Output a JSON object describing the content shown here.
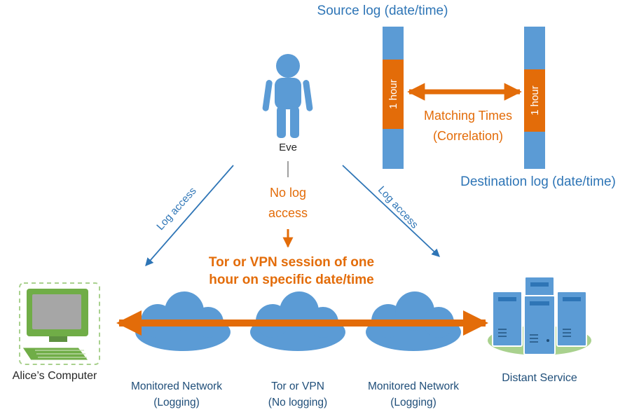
{
  "colors": {
    "shape_blue": "#5B9BD5",
    "text_blue": "#2E75B6",
    "orange": "#E36C09",
    "navy": "#1F4E79",
    "green": "#70AD47",
    "light_green": "#A9D18E",
    "dark_text": "#262626"
  },
  "timeline": {
    "source_log_label": "Source log (date/time)",
    "destination_log_label": "Destination log (date/time)",
    "source_bar_duration": "1 hour",
    "destination_bar_duration": "1 hour",
    "matching_line1": "Matching Times",
    "matching_line2": "(Correlation)"
  },
  "eve": {
    "name": "Eve",
    "no_log_line1": "No log",
    "no_log_line2": "access",
    "log_access_left": "Log access",
    "log_access_right": "Log access"
  },
  "session_note": {
    "line1": "Tor or VPN session of one",
    "line2": "hour on specific date/time"
  },
  "nodes": {
    "alice": "Alice’s Computer",
    "network_left_line1": "Monitored Network",
    "network_left_line2": "(Logging)",
    "tor_line1": "Tor or VPN",
    "tor_line2": "(No logging)",
    "network_right_line1": "Monitored Network",
    "network_right_line2": "(Logging)",
    "distant": "Distant Service"
  },
  "icons": {
    "eve": "person-icon",
    "alice": "computer-icon",
    "networks": "cloud-icon",
    "distant": "server-stack-icon"
  }
}
